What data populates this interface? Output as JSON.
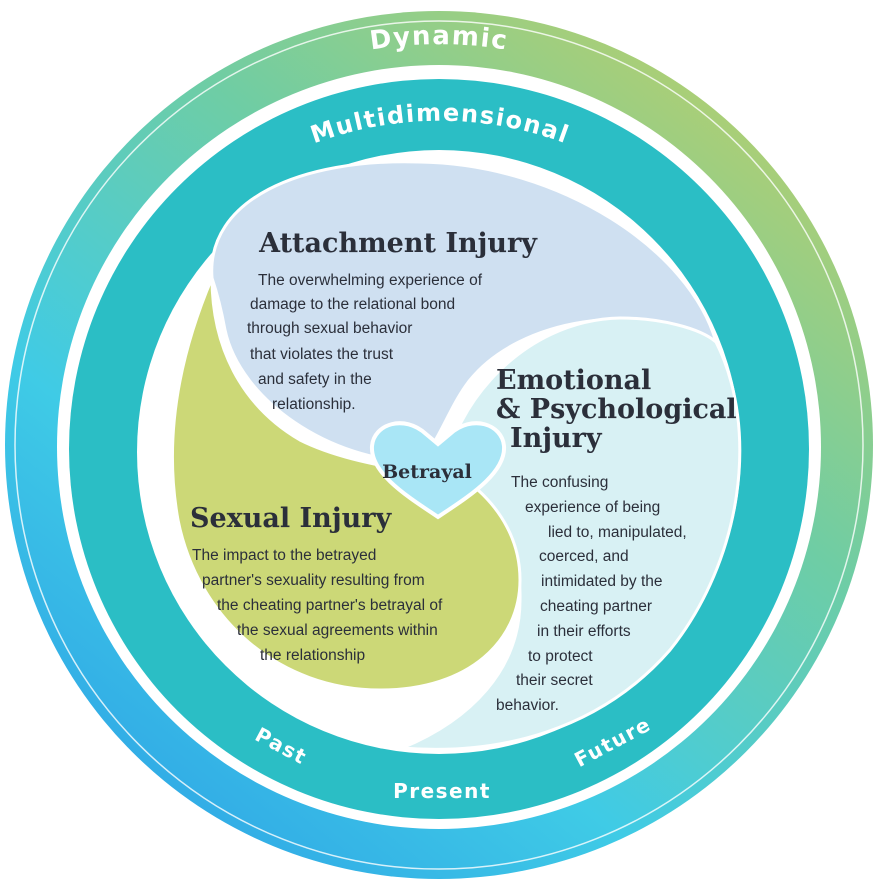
{
  "outer_ring": {
    "label": "Dynamic"
  },
  "middle_ring": {
    "label": "Multidimensional"
  },
  "time_labels": {
    "past": "Past",
    "present": "Present",
    "future": "Future"
  },
  "center": {
    "label": "Betrayal"
  },
  "sections": {
    "attachment": {
      "title": "Attachment Injury",
      "lines": [
        "The overwhelming experience of",
        "damage to the relational bond",
        "through sexual behavior",
        "that violates the trust",
        "and safety in the",
        "relationship."
      ]
    },
    "emotional": {
      "title_lines": [
        "Emotional",
        "& Psychological",
        "Injury"
      ],
      "lines": [
        "The confusing",
        "experience of being",
        "lied to, manipulated,",
        "coerced, and",
        "intimidated by the",
        "cheating partner",
        "in their efforts",
        "to protect",
        "their secret",
        "behavior."
      ]
    },
    "sexual": {
      "title": "Sexual Injury",
      "lines": [
        "The impact to the betrayed",
        "partner's sexuality resulting from",
        "the cheating partner's betrayal of",
        "the sexual agreements within",
        "the relationship"
      ]
    }
  },
  "colors": {
    "outer_ring_start": "#9cc77a",
    "outer_ring_end": "#3dc7e8",
    "middle_ring": "#2bbec5",
    "attachment_fill": "#cfe0f1",
    "emotional_fill": "#d8f1f4",
    "sexual_fill": "#ccd877",
    "heart_fill": "#a9e6f6",
    "text": "#2b2f3a"
  }
}
